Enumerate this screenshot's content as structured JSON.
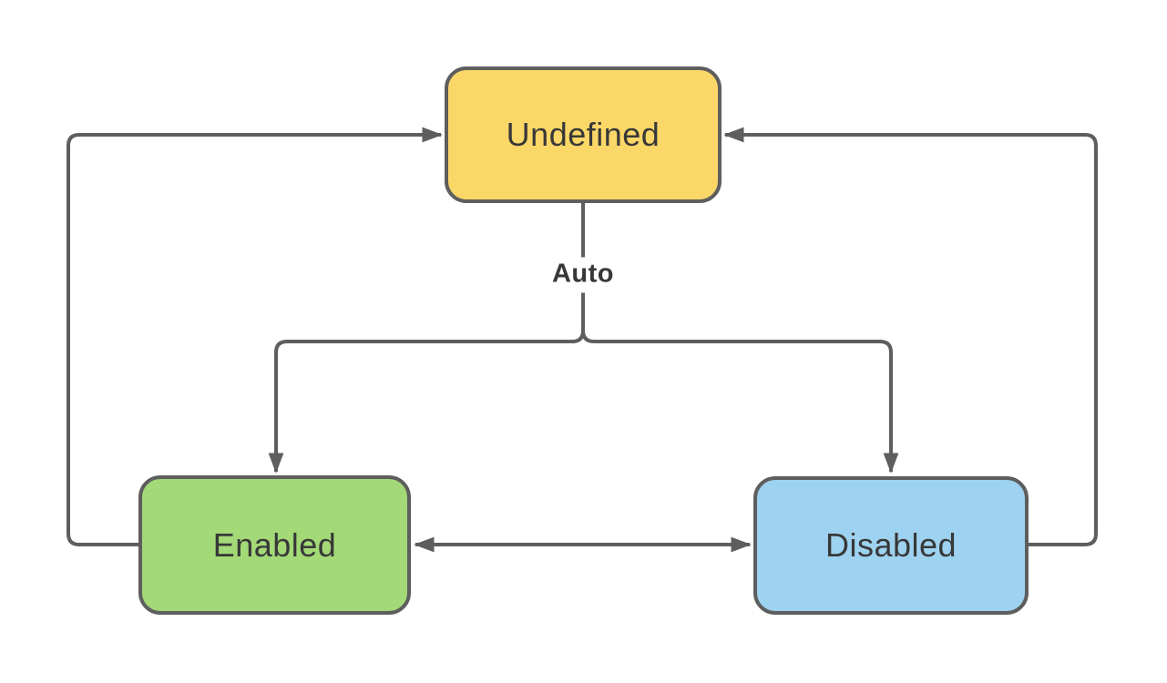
{
  "diagram": {
    "type": "state-diagram",
    "nodes": [
      {
        "id": "undefined",
        "label": "Undefined",
        "fill": "#FBD768",
        "border": "#5E5E5E"
      },
      {
        "id": "enabled",
        "label": "Enabled",
        "fill": "#A3D977",
        "border": "#5E5E5E"
      },
      {
        "id": "disabled",
        "label": "Disabled",
        "fill": "#9DD2F0",
        "border": "#5E5E5E"
      }
    ],
    "edges": [
      {
        "from": "undefined",
        "to": "enabled",
        "label": "Auto",
        "arrow": "end"
      },
      {
        "from": "undefined",
        "to": "disabled",
        "label": "Auto",
        "arrow": "end"
      },
      {
        "from": "enabled",
        "to": "undefined",
        "label": "",
        "arrow": "end"
      },
      {
        "from": "disabled",
        "to": "undefined",
        "label": "",
        "arrow": "end"
      },
      {
        "from": "enabled",
        "to": "disabled",
        "label": "",
        "arrow": "both"
      }
    ],
    "edge_label": "Auto",
    "colors": {
      "line": "#5E5E5E",
      "text": "#383838",
      "background": "#FFFFFF"
    }
  }
}
